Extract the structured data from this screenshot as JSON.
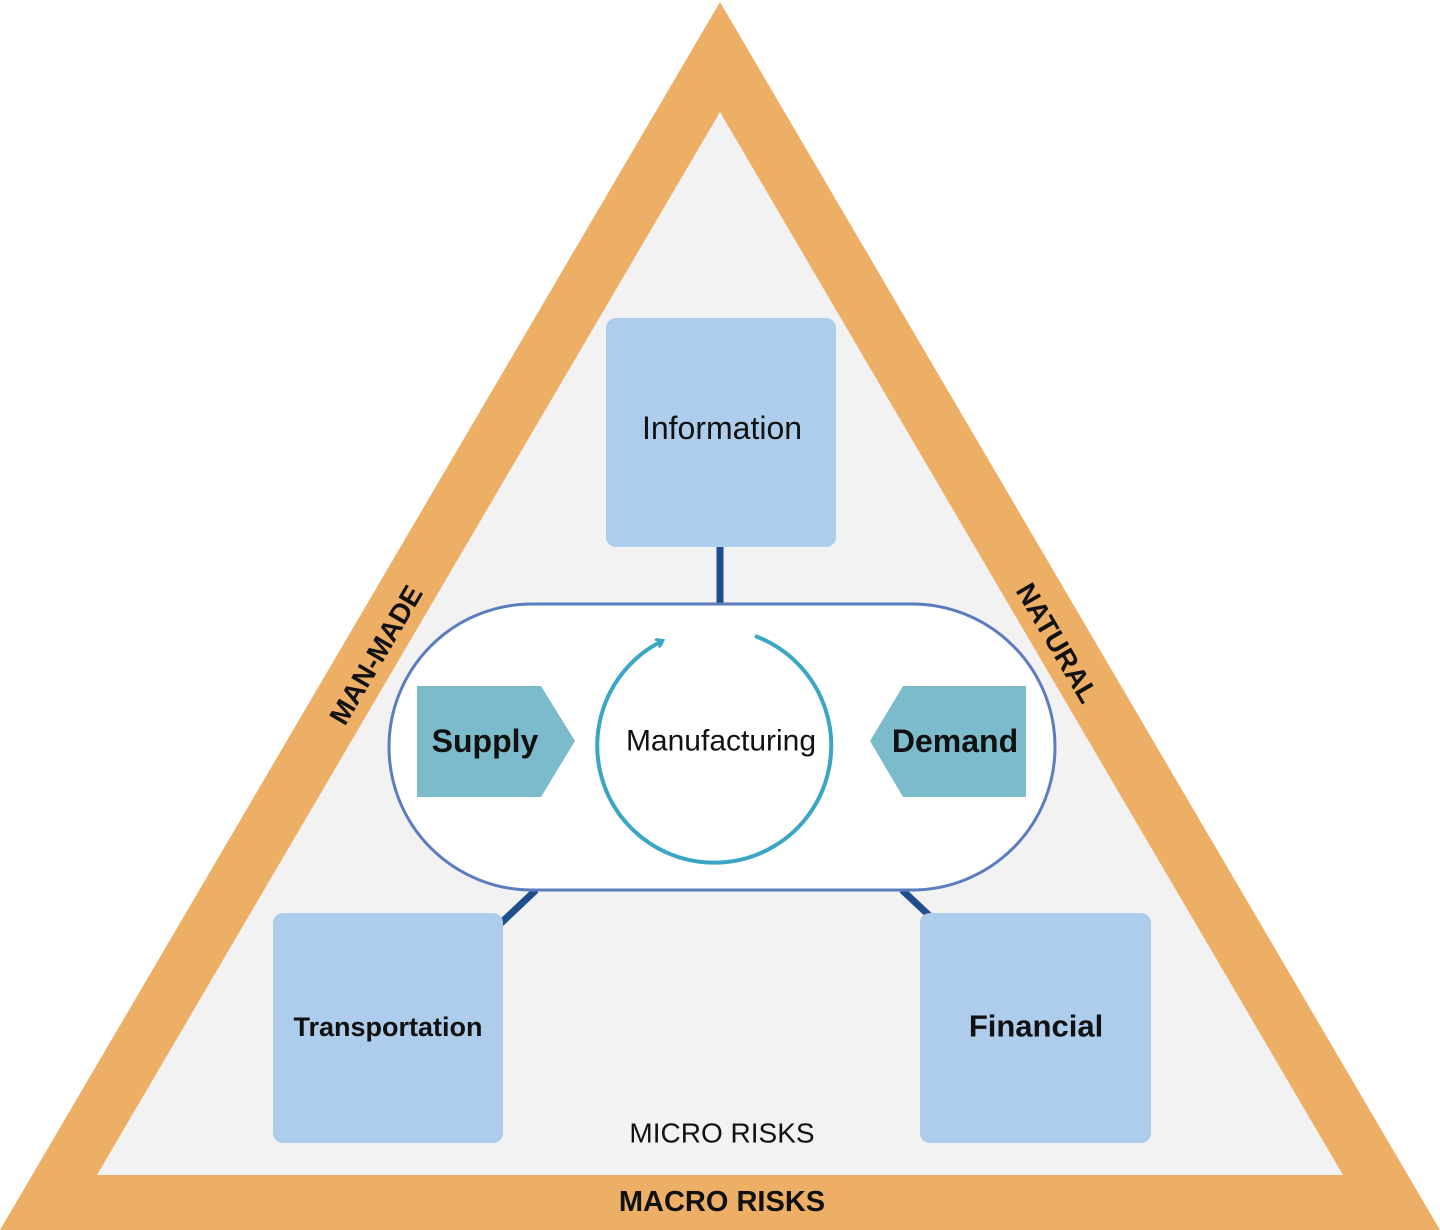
{
  "macro_label": "MACRO RISKS",
  "micro_label": "MICRO RISKS",
  "sides": {
    "left": "MAN-MADE",
    "right": "NATURAL"
  },
  "nodes": {
    "information": "Information",
    "transportation": "Transportation",
    "financial": "Financial"
  },
  "core": {
    "supply": "Supply",
    "manufacturing": "Manufacturing",
    "demand": "Demand"
  },
  "colors": {
    "macro_band": "#EDAE66",
    "micro_area": "#F2F2F2",
    "node_box": "#AECCEB",
    "connector": "#1F4E8C",
    "core_outline": "#5B7DBF",
    "flow_arrow": "#7BBBCB",
    "cycle": "#3AA6C4"
  }
}
